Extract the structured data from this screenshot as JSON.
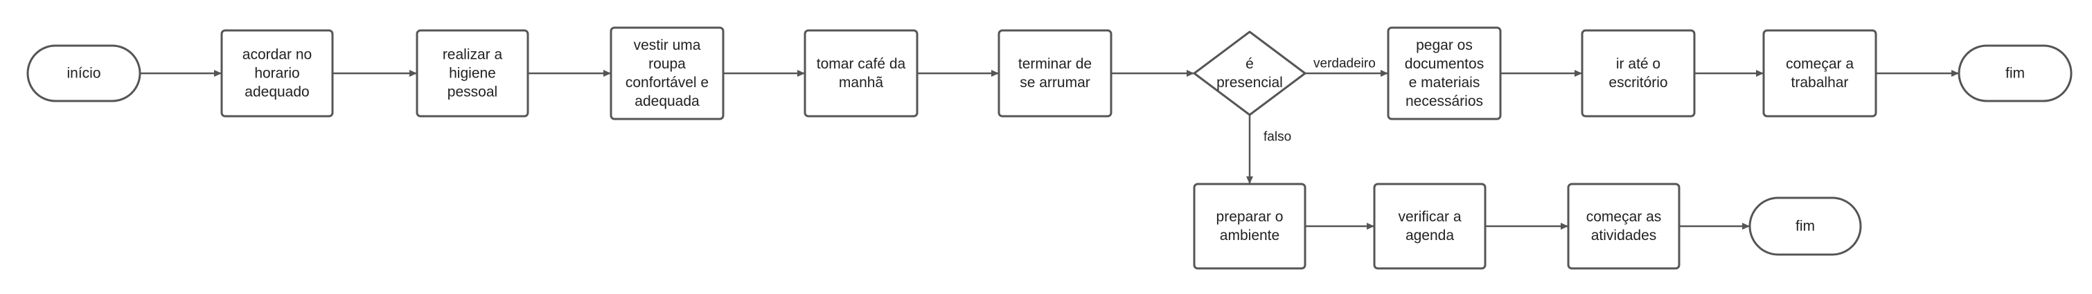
{
  "colors": {
    "stroke": "#555555",
    "fill": "#ffffff",
    "text": "#222222"
  },
  "nodes": {
    "inicio": {
      "shape": "terminal",
      "lines": [
        "início"
      ]
    },
    "acordar": {
      "shape": "process",
      "lines": [
        "acordar no",
        "horario",
        "adequado"
      ]
    },
    "higiene": {
      "shape": "process",
      "lines": [
        "realizar a",
        "higiene",
        "pessoal"
      ]
    },
    "roupa": {
      "shape": "process",
      "lines": [
        "vestir uma",
        "roupa",
        "confortável e",
        "adequada"
      ]
    },
    "cafe": {
      "shape": "process",
      "lines": [
        "tomar café da",
        "manhã"
      ]
    },
    "arrumar": {
      "shape": "process",
      "lines": [
        "terminar de",
        "se arrumar"
      ]
    },
    "presencial": {
      "shape": "decision",
      "lines": [
        "é",
        "presencial"
      ]
    },
    "documentos": {
      "shape": "process",
      "lines": [
        "pegar os",
        "documentos",
        "e materiais",
        "necessários"
      ]
    },
    "escritorio": {
      "shape": "process",
      "lines": [
        "ir até o",
        "escritório"
      ]
    },
    "trabalhar": {
      "shape": "process",
      "lines": [
        "começar a",
        "trabalhar"
      ]
    },
    "fim1": {
      "shape": "terminal",
      "lines": [
        "fim"
      ]
    },
    "ambiente": {
      "shape": "process",
      "lines": [
        "preparar o",
        "ambiente"
      ]
    },
    "agenda": {
      "shape": "process",
      "lines": [
        "verificar a",
        "agenda"
      ]
    },
    "atividades": {
      "shape": "process",
      "lines": [
        "começar as",
        "atividades"
      ]
    },
    "fim2": {
      "shape": "terminal",
      "lines": [
        "fim"
      ]
    }
  },
  "edges": [
    {
      "from": "inicio",
      "to": "acordar"
    },
    {
      "from": "acordar",
      "to": "higiene"
    },
    {
      "from": "higiene",
      "to": "roupa"
    },
    {
      "from": "roupa",
      "to": "cafe"
    },
    {
      "from": "cafe",
      "to": "arrumar"
    },
    {
      "from": "arrumar",
      "to": "presencial"
    },
    {
      "from": "presencial",
      "to": "documentos",
      "label": "verdadeiro"
    },
    {
      "from": "documentos",
      "to": "escritorio"
    },
    {
      "from": "escritorio",
      "to": "trabalhar"
    },
    {
      "from": "trabalhar",
      "to": "fim1"
    },
    {
      "from": "presencial",
      "to": "ambiente",
      "label": "falso"
    },
    {
      "from": "ambiente",
      "to": "agenda"
    },
    {
      "from": "agenda",
      "to": "atividades"
    },
    {
      "from": "atividades",
      "to": "fim2"
    }
  ]
}
